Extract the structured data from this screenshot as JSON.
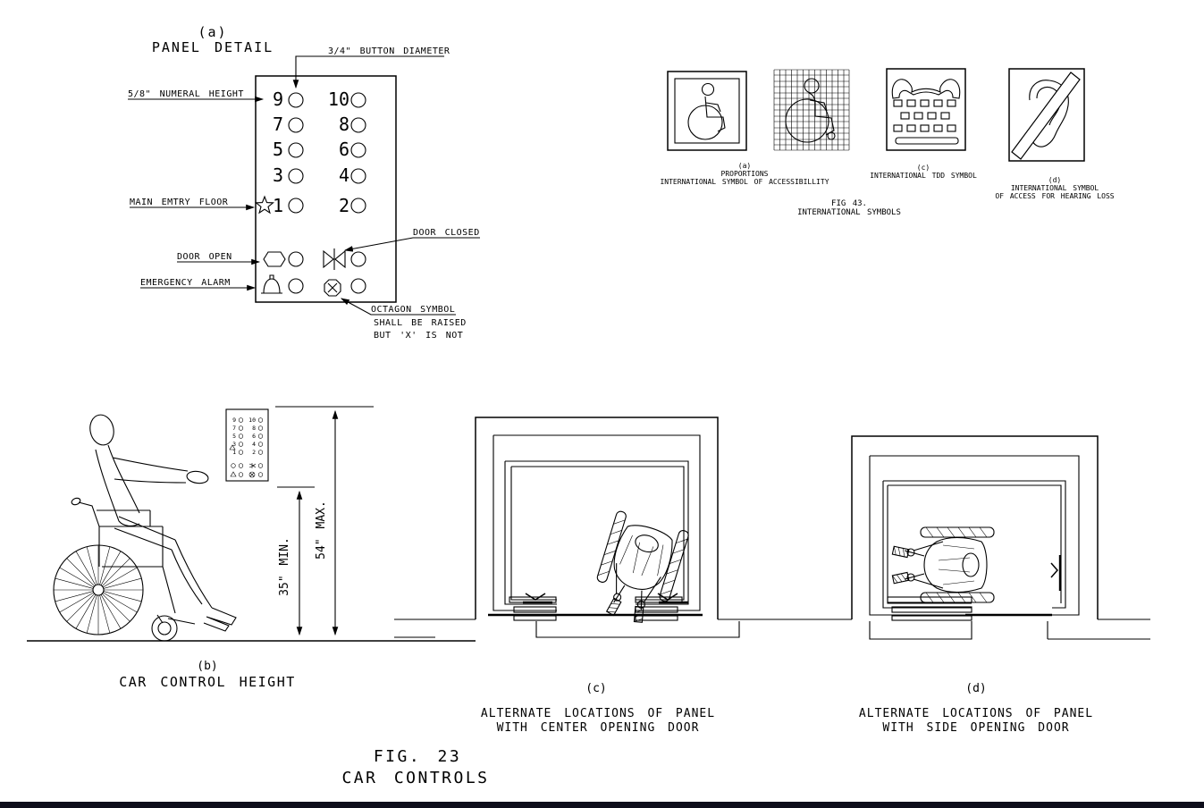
{
  "colors": {
    "line": "#000000",
    "background": "#ffffff",
    "bottom_bar": "#0d0d1a"
  },
  "panel_detail": {
    "label": "(a)",
    "title": "PANEL DETAIL",
    "ann": {
      "button_diameter": "3/4\" BUTTON DIAMETER",
      "numeral_height": "5/8\" NUMERAL HEIGHT",
      "main_entry_floor": "MAIN EMTRY FLOOR",
      "door_open": "DOOR OPEN",
      "emergency_alarm": "EMERGENCY ALARM",
      "door_closed": "DOOR CLOSED",
      "octagon_1": "OCTAGON SYMBOL",
      "octagon_2": "SHALL BE RAISED",
      "octagon_3": "BUT 'X' IS NOT"
    },
    "buttons": [
      [
        "9",
        "10"
      ],
      [
        "7",
        "8"
      ],
      [
        "5",
        "6"
      ],
      [
        "3",
        "4"
      ],
      [
        "1",
        "2"
      ]
    ]
  },
  "sym": {
    "access": {
      "label": "(a)",
      "cap1": "PROPORTIONS",
      "cap2": "INTERNATIONAL SYMBOL OF ACCESSIBILLITY"
    },
    "fig": {
      "l1": "FIG 43.",
      "l2": "INTERNATIONAL SYMBOLS"
    },
    "tdd": {
      "label": "(c)",
      "cap": "INTERNATIONAL TDD SYMBOL"
    },
    "hear": {
      "label": "(d)",
      "cap1": "INTERNATIONAL SYMBOL",
      "cap2": "OF ACCESS FOR HEARING LOSS"
    }
  },
  "cch": {
    "label": "(b)",
    "title": "CAR CONTROL HEIGHT",
    "dim_min": "35\" MIN.",
    "dim_max": "54\" MAX."
  },
  "cod": {
    "label": "(c)",
    "cap1": "ALTERNATE LOCATIONS OF PANEL",
    "cap2": "WITH CENTER OPENING DOOR"
  },
  "sod": {
    "label": "(d)",
    "cap1": "ALTERNATE LOCATIONS OF PANEL",
    "cap2": "WITH SIDE OPENING DOOR"
  },
  "fig": {
    "number": "FIG. 23",
    "title": "CAR CONTROLS"
  }
}
